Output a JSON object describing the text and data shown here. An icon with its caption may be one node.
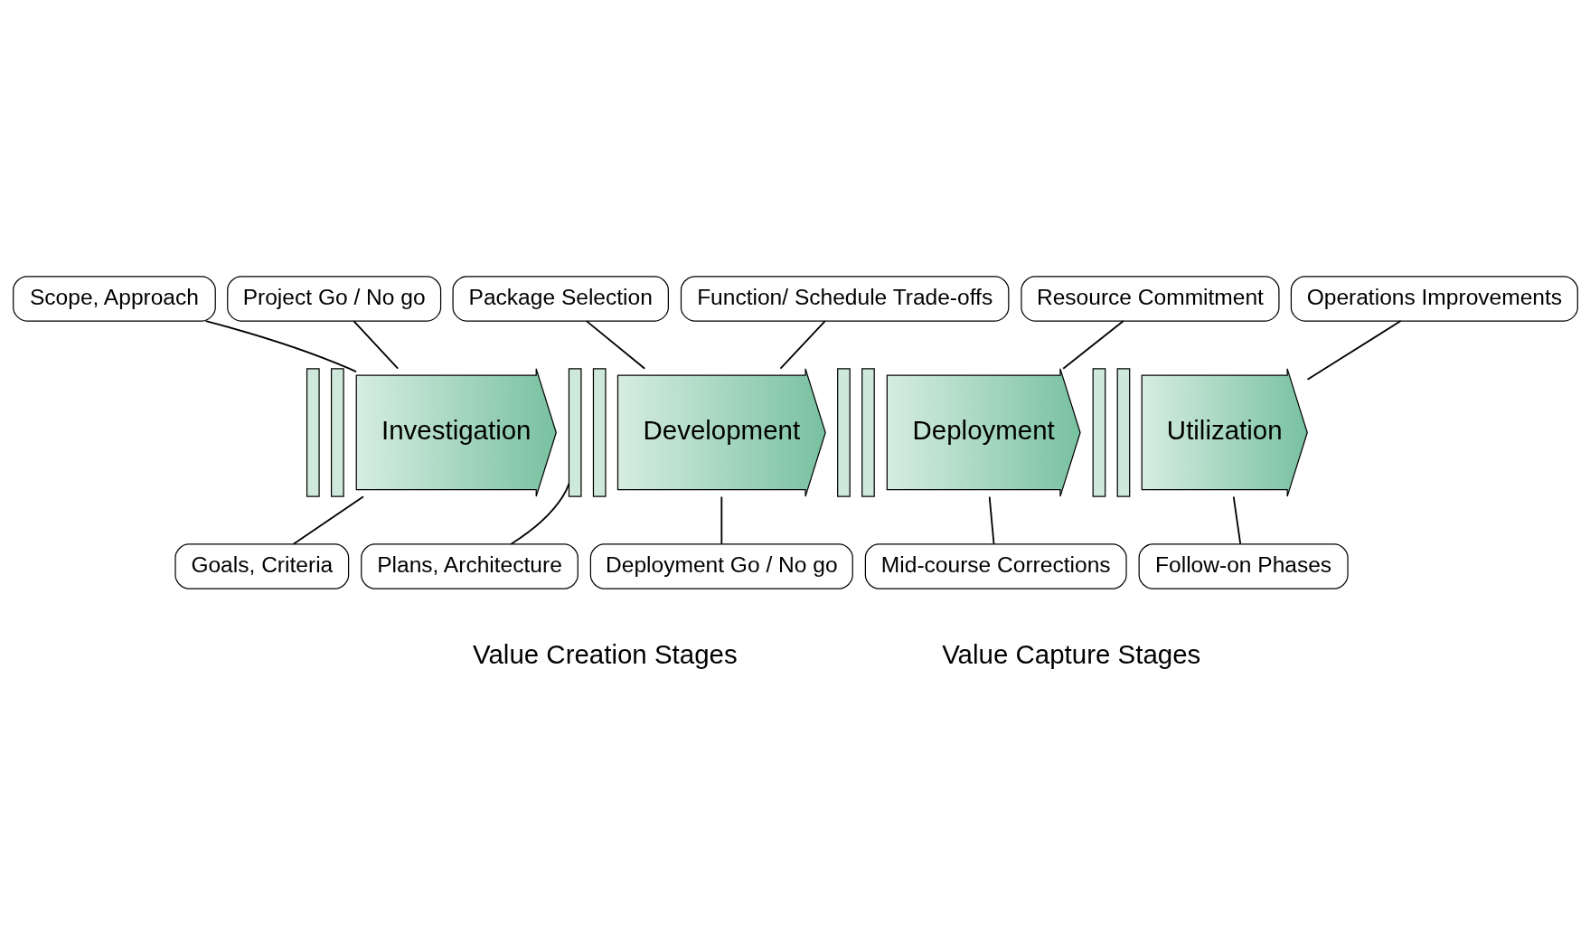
{
  "diagram": {
    "nodes": [
      {
        "text": [
          "Scope, Approach"
        ]
      },
      {
        "text": [
          "Project Go / No go"
        ]
      },
      {
        "text": [
          "Package Selection"
        ]
      },
      {
        "text": [
          "Function/ Schedule Trade-offs"
        ]
      },
      {
        "text": [
          "Resource Commitment"
        ]
      },
      {
        "text": [
          "Operations Improvements"
        ]
      },
      {
        "text": [],
        "shape": "bar"
      },
      {
        "text": [],
        "shape": "bar"
      },
      {
        "text": [
          "Investigation"
        ]
      },
      {
        "text": [],
        "shape": "bar"
      },
      {
        "text": [],
        "shape": "bar"
      },
      {
        "text": [
          "Development"
        ]
      },
      {
        "text": [],
        "shape": "bar"
      },
      {
        "text": [],
        "shape": "bar"
      },
      {
        "text": [
          "Deployment"
        ]
      },
      {
        "text": [],
        "shape": "bar"
      },
      {
        "text": [],
        "shape": "bar"
      },
      {
        "text": [
          "Utilization"
        ]
      },
      {
        "text": [
          "Goals, Criteria"
        ]
      },
      {
        "text": [
          "Plans, Architecture"
        ]
      },
      {
        "text": [
          "Deployment Go / No go"
        ]
      },
      {
        "text": [
          "Mid-course Corrections"
        ]
      },
      {
        "text": [
          "Follow-on Phases"
        ]
      }
    ],
    "edges": [
      {
        "from": 0,
        "to": 8,
        "arrow": "none"
      },
      {
        "from": 1,
        "to": 8,
        "arrow": "none"
      },
      {
        "from": 2,
        "to": 11,
        "arrow": "none"
      },
      {
        "from": 3,
        "to": 11,
        "arrow": "none"
      },
      {
        "from": 4,
        "to": 14,
        "arrow": "none"
      },
      {
        "from": 5,
        "to": 17,
        "arrow": "none"
      },
      {
        "from": 18,
        "to": 8,
        "arrow": "none"
      },
      {
        "from": 19,
        "to": 9,
        "arrow": "none"
      },
      {
        "from": 20,
        "to": 11,
        "arrow": "none"
      },
      {
        "from": 21,
        "to": 14,
        "arrow": "none"
      },
      {
        "from": 22,
        "to": 17,
        "arrow": "none"
      }
    ],
    "labels": [
      "Value Creation Stages",
      "Value Capture Stages"
    ]
  }
}
